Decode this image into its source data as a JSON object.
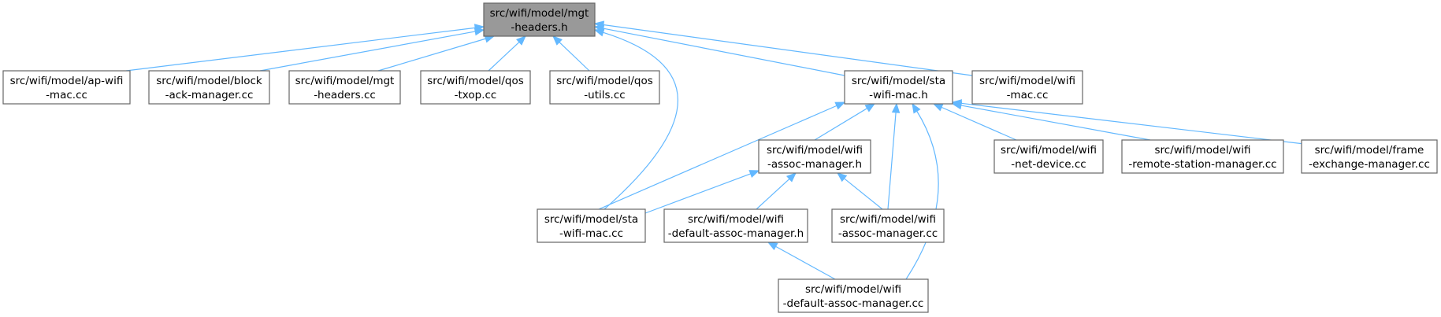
{
  "nodes": [
    {
      "id": "mgt_headers_h",
      "line1": "src/wifi/model/mgt",
      "line2": "-headers.h",
      "root": true
    },
    {
      "id": "ap_wifi_mac_cc",
      "line1": "src/wifi/model/ap-wifi",
      "line2": "-mac.cc"
    },
    {
      "id": "block_ack_manager_cc",
      "line1": "src/wifi/model/block",
      "line2": "-ack-manager.cc"
    },
    {
      "id": "mgt_headers_cc",
      "line1": "src/wifi/model/mgt",
      "line2": "-headers.cc"
    },
    {
      "id": "qos_txop_cc",
      "line1": "src/wifi/model/qos",
      "line2": "-txop.cc"
    },
    {
      "id": "qos_utils_cc",
      "line1": "src/wifi/model/qos",
      "line2": "-utils.cc"
    },
    {
      "id": "sta_wifi_mac_h",
      "line1": "src/wifi/model/sta",
      "line2": "-wifi-mac.h"
    },
    {
      "id": "wifi_mac_cc",
      "line1": "src/wifi/model/wifi",
      "line2": "-mac.cc"
    },
    {
      "id": "wifi_assoc_manager_h",
      "line1": "src/wifi/model/wifi",
      "line2": "-assoc-manager.h"
    },
    {
      "id": "wifi_net_device_cc",
      "line1": "src/wifi/model/wifi",
      "line2": "-net-device.cc"
    },
    {
      "id": "wifi_remote_station_manager_cc",
      "line1": "src/wifi/model/wifi",
      "line2": "-remote-station-manager.cc"
    },
    {
      "id": "frame_exchange_manager_cc",
      "line1": "src/wifi/model/frame",
      "line2": "-exchange-manager.cc"
    },
    {
      "id": "sta_wifi_mac_cc",
      "line1": "src/wifi/model/sta",
      "line2": "-wifi-mac.cc"
    },
    {
      "id": "wifi_default_assoc_manager_h",
      "line1": "src/wifi/model/wifi",
      "line2": "-default-assoc-manager.h"
    },
    {
      "id": "wifi_assoc_manager_cc",
      "line1": "src/wifi/model/wifi",
      "line2": "-assoc-manager.cc"
    },
    {
      "id": "wifi_default_assoc_manager_cc",
      "line1": "src/wifi/model/wifi",
      "line2": "-default-assoc-manager.cc"
    }
  ],
  "edges": [
    {
      "from": "ap_wifi_mac_cc",
      "to": "mgt_headers_h"
    },
    {
      "from": "block_ack_manager_cc",
      "to": "mgt_headers_h"
    },
    {
      "from": "mgt_headers_cc",
      "to": "mgt_headers_h"
    },
    {
      "from": "qos_txop_cc",
      "to": "mgt_headers_h"
    },
    {
      "from": "qos_utils_cc",
      "to": "mgt_headers_h"
    },
    {
      "from": "sta_wifi_mac_cc",
      "to": "mgt_headers_h"
    },
    {
      "from": "sta_wifi_mac_h",
      "to": "mgt_headers_h"
    },
    {
      "from": "wifi_mac_cc",
      "to": "mgt_headers_h"
    },
    {
      "from": "sta_wifi_mac_cc",
      "to": "sta_wifi_mac_h"
    },
    {
      "from": "wifi_assoc_manager_h",
      "to": "sta_wifi_mac_h"
    },
    {
      "from": "wifi_assoc_manager_cc",
      "to": "sta_wifi_mac_h"
    },
    {
      "from": "wifi_default_assoc_manager_cc",
      "to": "sta_wifi_mac_h"
    },
    {
      "from": "wifi_net_device_cc",
      "to": "sta_wifi_mac_h"
    },
    {
      "from": "wifi_remote_station_manager_cc",
      "to": "sta_wifi_mac_h"
    },
    {
      "from": "frame_exchange_manager_cc",
      "to": "sta_wifi_mac_h"
    },
    {
      "from": "sta_wifi_mac_cc",
      "to": "wifi_assoc_manager_h"
    },
    {
      "from": "wifi_default_assoc_manager_h",
      "to": "wifi_assoc_manager_h"
    },
    {
      "from": "wifi_assoc_manager_cc",
      "to": "wifi_assoc_manager_h"
    },
    {
      "from": "wifi_default_assoc_manager_cc",
      "to": "wifi_default_assoc_manager_h"
    }
  ],
  "colors": {
    "edge": "#63b8ff",
    "root_fill": "#999999",
    "node_border": "#666666"
  }
}
